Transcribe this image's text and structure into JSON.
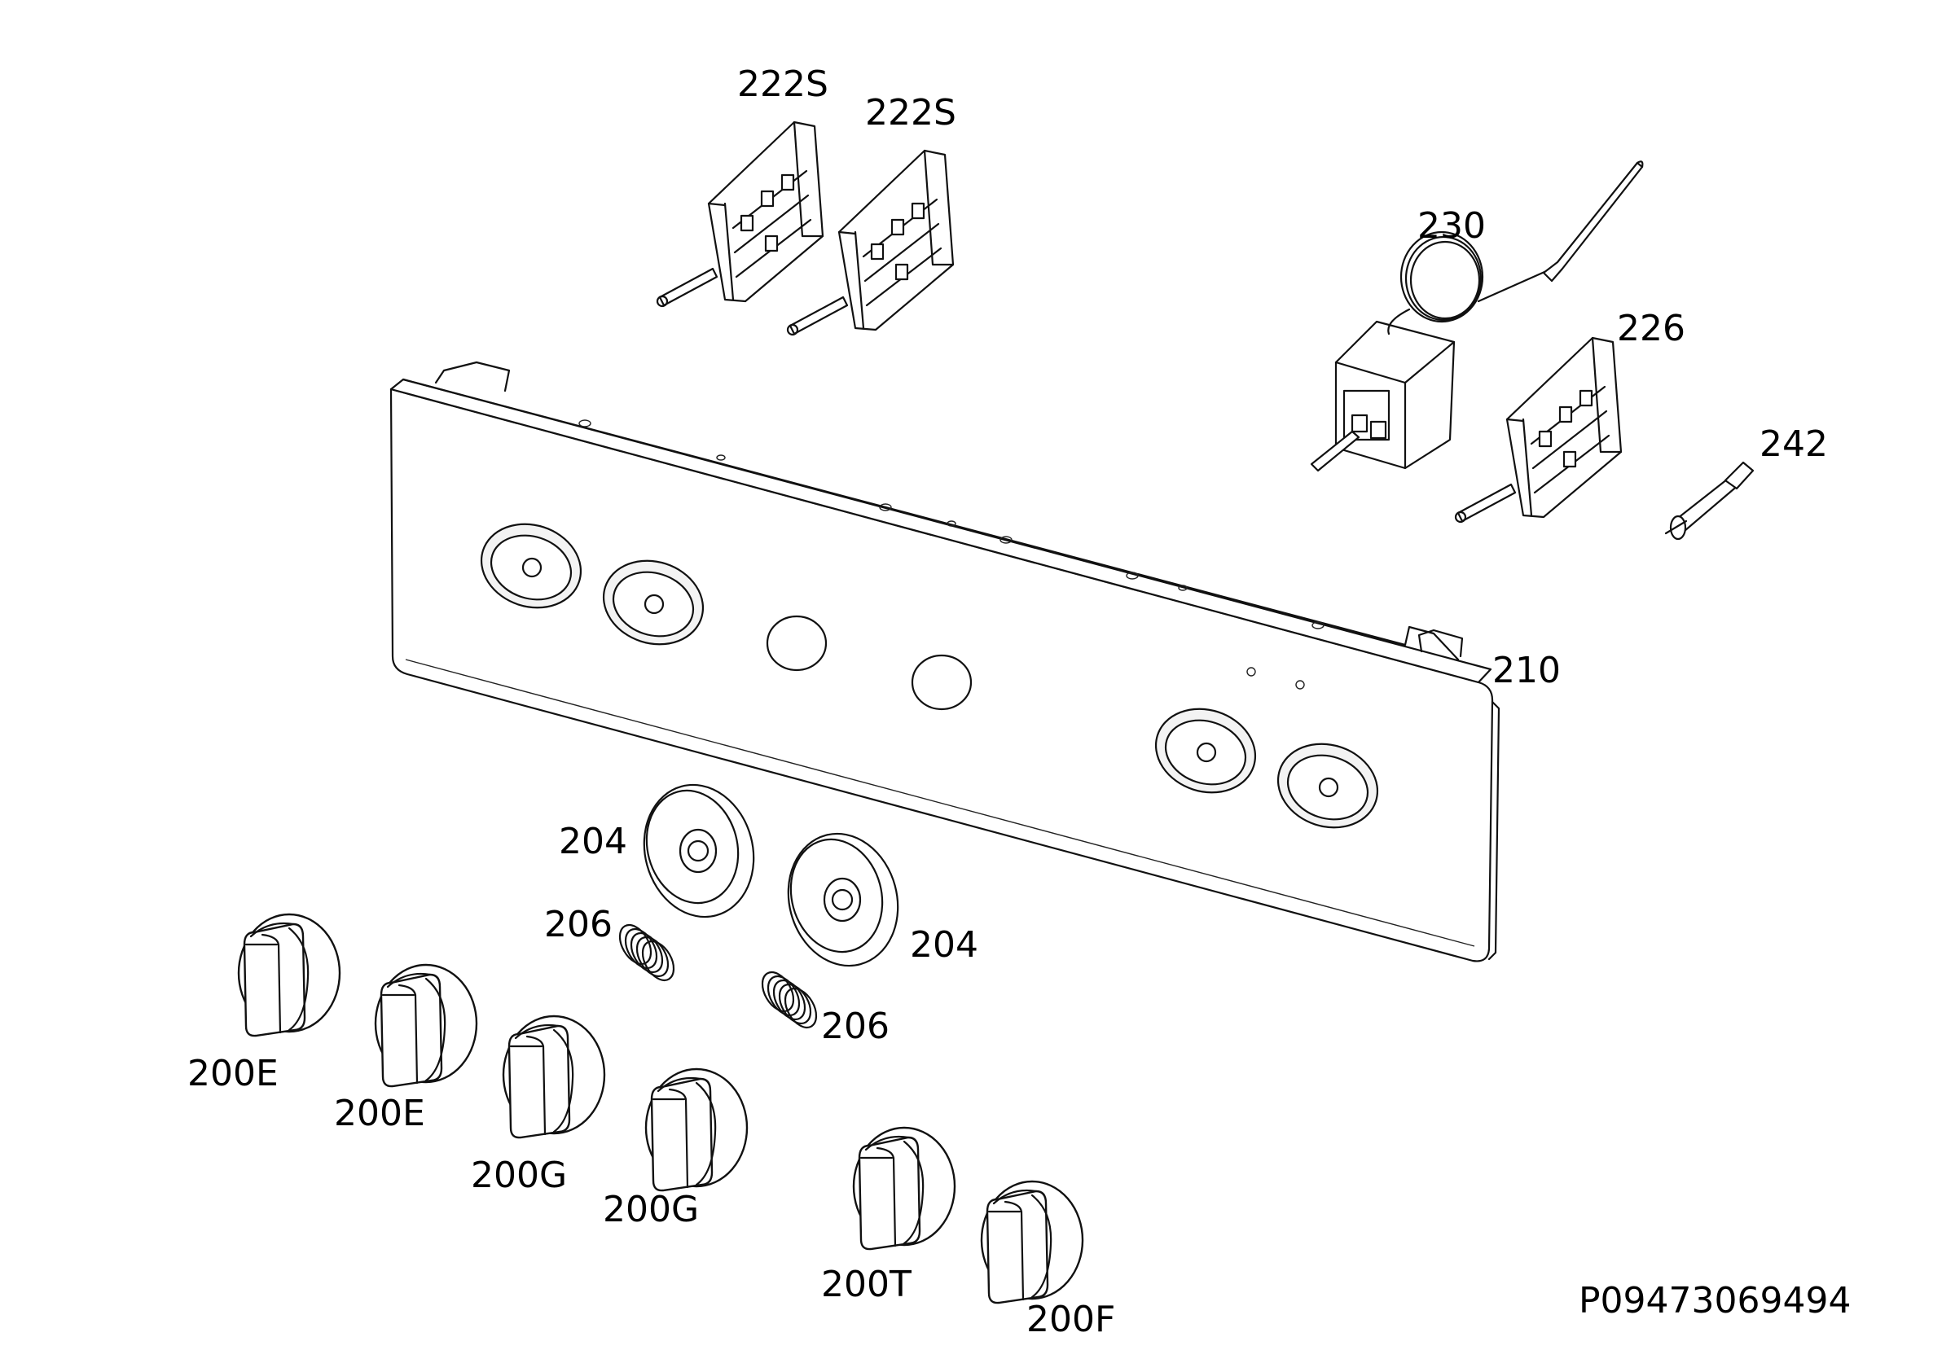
{
  "diagram": {
    "drawing_number": "P09473069494",
    "labels": {
      "switch_a": "222S",
      "switch_b": "222S",
      "thermostat": "230",
      "switch_c": "226",
      "igniter": "242",
      "panel": "210",
      "bezel_a": "204",
      "bezel_b": "204",
      "spring_a": "206",
      "spring_b": "206",
      "knob_1": "200E",
      "knob_2": "200E",
      "knob_3": "200G",
      "knob_4": "200G",
      "knob_5": "200T",
      "knob_6": "200F"
    }
  }
}
